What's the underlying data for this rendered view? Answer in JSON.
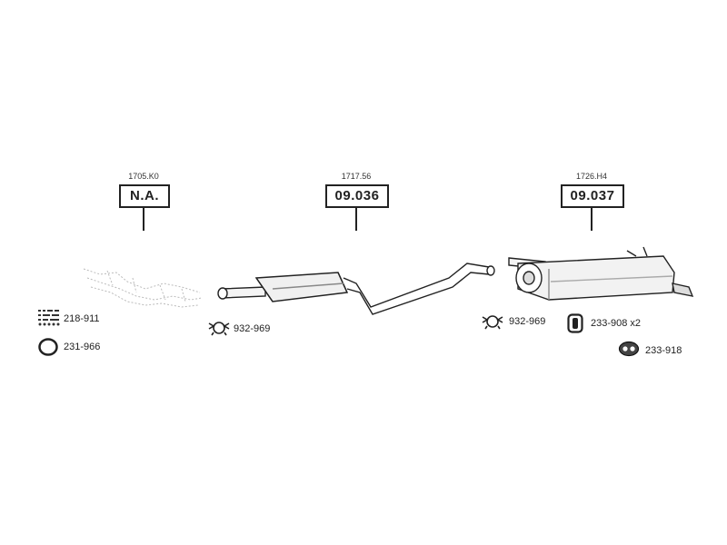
{
  "sections": [
    {
      "oe_code": "1705.K0",
      "part_number": "N.A."
    },
    {
      "oe_code": "1717.56",
      "part_number": "09.036"
    },
    {
      "oe_code": "1726.H4",
      "part_number": "09.037"
    }
  ],
  "accessories": {
    "gasket_kit": "218-911",
    "ring": "231-966",
    "clamp_1": "932-969",
    "clamp_2": "932-969",
    "rubber_mount": "233-908 x2",
    "rubber_ring": "233-918"
  },
  "icons": {
    "gasket_kit": "gasket-kit-icon",
    "ring": "sealing-ring-icon",
    "clamp": "clamp-icon",
    "rubber_mount": "rubber-mount-icon",
    "rubber_ring": "rubber-ring-icon"
  }
}
